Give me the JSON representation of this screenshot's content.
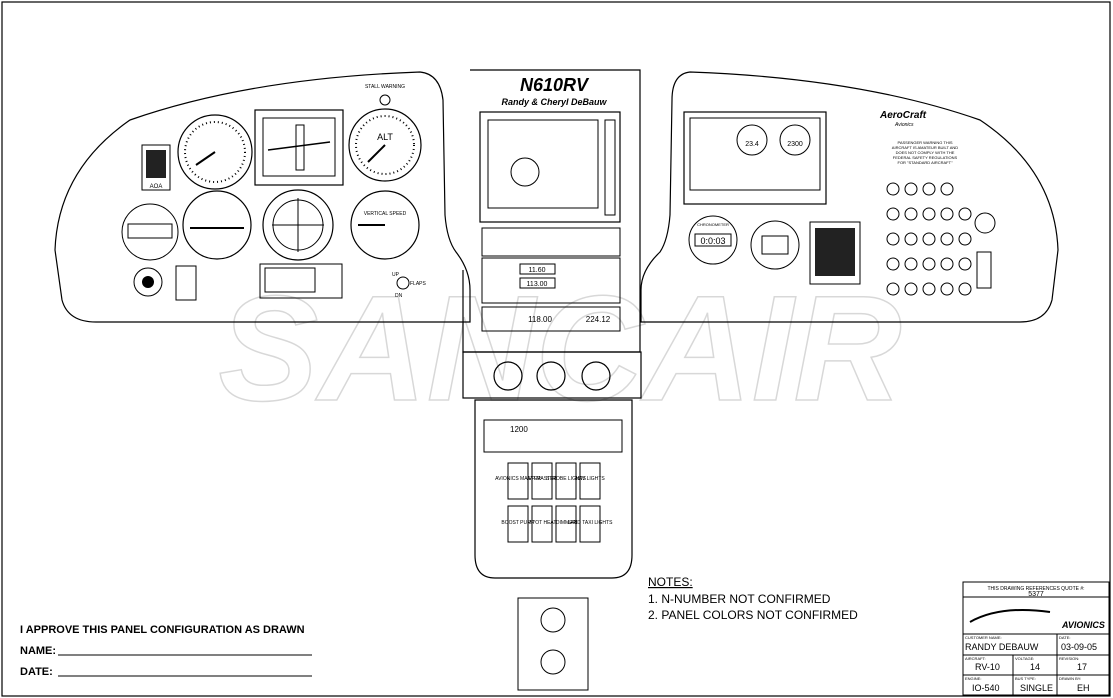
{
  "panel": {
    "tail_number": "N610RV",
    "owner": "Randy & Cheryl DeBauw",
    "stall_warning": "STALL WARNING",
    "alt_label": "ALT",
    "vertical_speed_label": "VERTICAL SPEED",
    "aoa_label": "AOA",
    "flaps_up": "UP",
    "flaps_label": "FLAPS",
    "flaps_dn": "DN",
    "aerocraft": "AeroCraft",
    "aerocraft_sub": "Avionics",
    "placard_text": "PASSENGER WARNING THIS AIRCRAFT IS AMATEUR BUILT AND DOES NOT COMPLY WITH THE FEDERAL SAFETY REGULATIONS FOR \"STANDARD AIRCRAFT\"",
    "chronometer_label": "CHRONOMETER",
    "chronometer_value": "0:0:03",
    "engine_rpm": "2300",
    "engine_map": "23.4",
    "nav_freq_1": "11.60",
    "nav_freq_2": "113.00",
    "com_freq_1": "118.00",
    "com_freq_2": "224.12",
    "xpdr_code": "1200",
    "switches_row1": [
      "AVIONICS MASTER",
      "A/P MASTER",
      "STROBE LIGHTS",
      "NAV LIGHTS"
    ],
    "switches_row2": [
      "BOOST PUMP",
      "PITOT HEAT",
      "DIMMER",
      "LAND TAXI LIGHTS"
    ]
  },
  "watermark": "SANCAIR",
  "notes": {
    "title": "NOTES:",
    "items": [
      "1. N-NUMBER NOT CONFIRMED",
      "2. PANEL COLORS NOT CONFIRMED"
    ]
  },
  "approval": {
    "statement": "I APPROVE THIS PANEL CONFIGURATION AS DRAWN",
    "name_label": "NAME:",
    "date_label": "DATE:"
  },
  "title_block": {
    "reference_label": "THIS DRAWING REFERENCES QUOTE #:",
    "reference_value": "5377",
    "logo_text": "AVIONICS",
    "customer_label": "CUSTOMER NAME:",
    "customer_value": "RANDY DEBAUW",
    "date_label": "DATE:",
    "date_value": "03-09-05",
    "aircraft_label": "AIRCRAFT:",
    "aircraft_value": "RV-10",
    "voltage_label": "VOLTAGE:",
    "voltage_value": "14",
    "revision_label": "REVISION:",
    "revision_value": "17",
    "engine_label": "ENGINE:",
    "engine_value": "IO-540",
    "bus_label": "BUS TYPE:",
    "bus_value": "SINGLE",
    "drawn_label": "DRAWN BY:",
    "drawn_value": "EH"
  }
}
